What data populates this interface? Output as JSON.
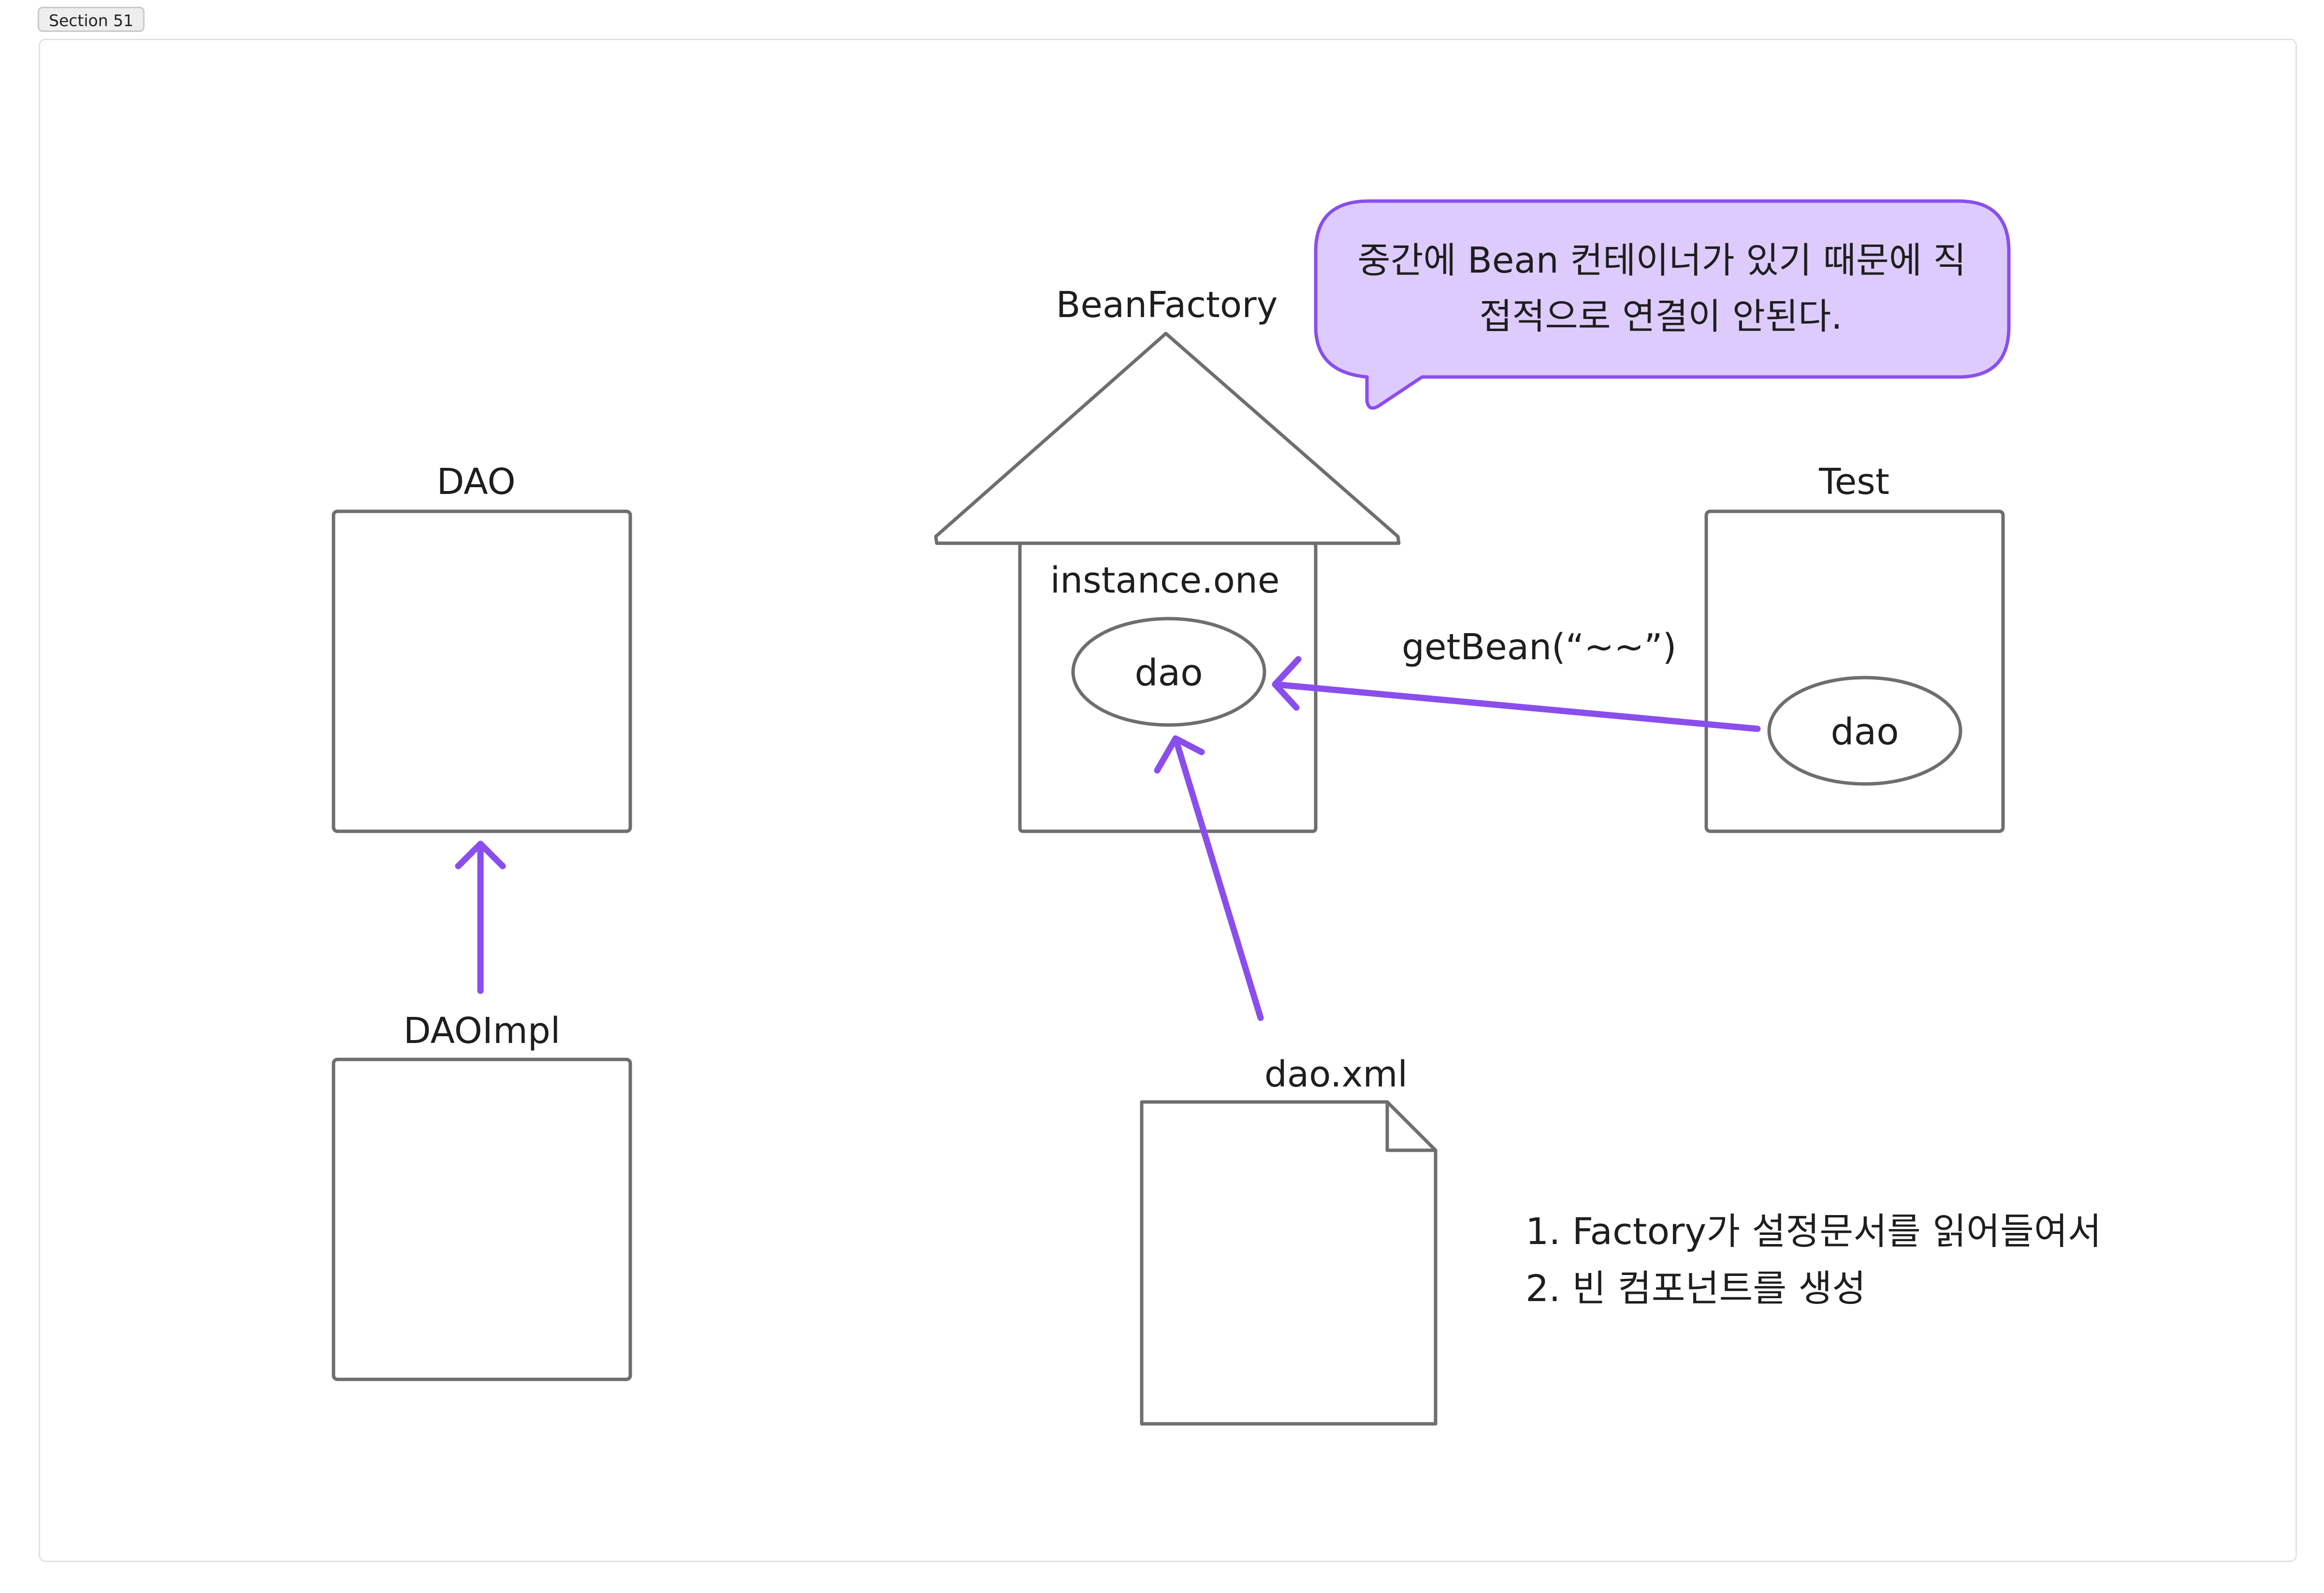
{
  "section_label": "Section 51",
  "labels": {
    "dao_class": "DAO",
    "dao_impl_class": "DAOImpl",
    "bean_factory": "BeanFactory",
    "instance_one": "instance.one",
    "factory_dao": "dao",
    "test_class": "Test",
    "test_dao": "dao",
    "get_bean": "getBean(“~~”)",
    "dao_xml": "dao.xml"
  },
  "callout": {
    "line1": "중간에 Bean 컨테이너가 있기 때문에 직",
    "line2": "접적으로 연결이 안된다."
  },
  "notes": [
    "1. Factory가 설정문서를 읽어들여서",
    "2. 빈 컴포넌트를 생성"
  ],
  "colors": {
    "arrow": "#8a4eed",
    "shape_stroke": "#6e6e6e",
    "callout_fill": "#dccbfc",
    "callout_stroke": "#8a4eed",
    "text": "#1e1e1e"
  }
}
